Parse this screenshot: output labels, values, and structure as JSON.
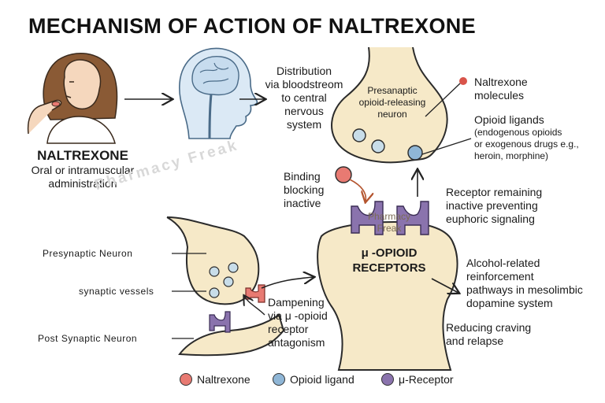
{
  "title": "MECHANISM OF ACTION OF NALTREXONE",
  "step1": {
    "name": "NALTREXONE",
    "line1": "Oral or intramuscular",
    "line2": "administration"
  },
  "step3": {
    "line1": "Distribution",
    "line2": "via bloodstreom",
    "line3": "to central",
    "line4": "nervous",
    "line5": "system"
  },
  "presynaptic_top": {
    "line1": "Presanaptic",
    "line2": "opioid-releasing",
    "line3": "neuron"
  },
  "annotations": {
    "naltrexone_molecules_1": "Naltrexone",
    "naltrexone_molecules_2": "molecules",
    "opioid_ligands_title": "Opioid ligands",
    "opioid_ligands_1": "(endogenous opioids",
    "opioid_ligands_2": "or exogenous drugs e.g.,",
    "opioid_ligands_3": "heroin, morphine)",
    "binding_1": "Binding",
    "binding_2": "blocking",
    "binding_3": "inactive",
    "receptor_remaining_1": "Receptor remaining",
    "receptor_remaining_2": "inactive preventing",
    "receptor_remaining_3": "euphoric signaling",
    "receptor_label_1": "μ -OPIOID",
    "receptor_label_2": "RECEPTORS",
    "alcohol_1": "Alcohol-related",
    "alcohol_2": "reinforcement",
    "alcohol_3": "pathways in mesolimbic",
    "alcohol_4": "dopamine system",
    "reducing_1": "Reducing craving",
    "reducing_2": "and relapse",
    "presynaptic_neuron": "Presynaptic Neuron",
    "synaptic_vessels": "synaptic vessels",
    "post_synaptic_neuron": "Post Synaptic Neuron",
    "dampening_1": "Dampening",
    "dampening_2": "via μ -opioid",
    "dampening_3": "receptor",
    "dampening_4": "antagonism"
  },
  "watermark": "Pharmacy Freak",
  "receptor_watermark_1": "Pharmacy",
  "receptor_watermark_2": "Freak",
  "legend": [
    {
      "label": "Naltrexone",
      "color": "#e87a72"
    },
    {
      "label": "Opioid ligand",
      "color": "#8fb6d6"
    },
    {
      "label": "μ-Receptor",
      "color": "#8a73ad"
    }
  ],
  "colors": {
    "neuron_fill": "#f6e9c8",
    "neuron_stroke": "#2b2b2b",
    "naltrexone": "#e87a72",
    "opioid": "#8fb6d6",
    "receptor": "#8a73ad",
    "brain_fill": "#dbe9f5",
    "skin": "#f5d7bd",
    "hair": "#8a5a35"
  },
  "icons": {
    "person": "person-taking-pill-icon",
    "head": "head-with-brain-icon"
  }
}
